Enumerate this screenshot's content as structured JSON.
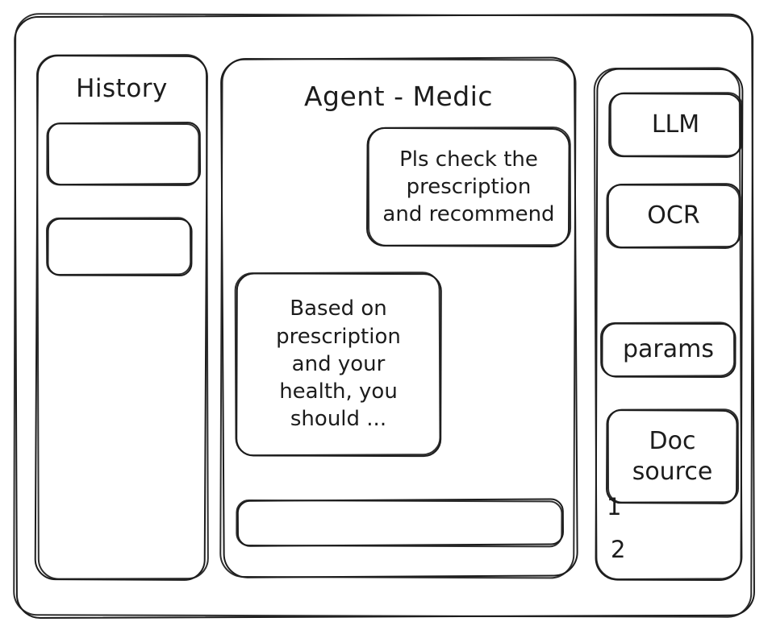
{
  "window": {
    "frame_name": "app-window"
  },
  "sidebar": {
    "title": "History",
    "items": [
      {
        "label": ""
      },
      {
        "label": ""
      }
    ]
  },
  "main": {
    "title": "Agent - Medic",
    "messages": [
      {
        "role": "user",
        "text": "Pls check the\nprescription\nand recommend"
      },
      {
        "role": "assistant",
        "text": "Based on\nprescription\nand your\nhealth, you\nshould ..."
      }
    ],
    "composer": {
      "value": "",
      "placeholder": ""
    }
  },
  "tools": {
    "cards": [
      {
        "label": "LLM"
      },
      {
        "label": "OCR"
      },
      {
        "label": "params"
      },
      {
        "label": "Doc\nsource"
      }
    ],
    "sources": [
      {
        "label": "1"
      },
      {
        "label": "2"
      }
    ]
  },
  "colors": {
    "ink": "#1c1c1c",
    "paper": "#ffffff"
  }
}
